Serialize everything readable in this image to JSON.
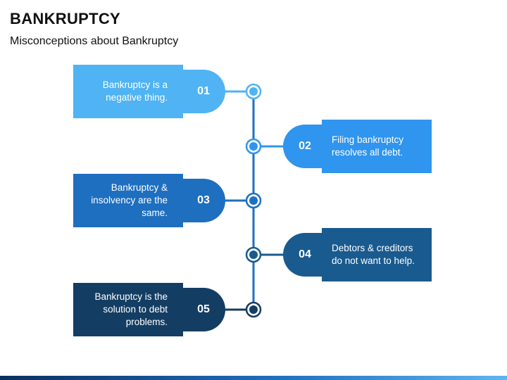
{
  "header": {
    "title": "BANKRUPTCY",
    "subtitle": "Misconceptions about Bankruptcy"
  },
  "items": [
    {
      "number": "01",
      "text": "Bankruptcy is a\nnegative thing.",
      "color": "#4fb3f4"
    },
    {
      "number": "02",
      "text": "Filing bankruptcy\nresolves all debt.",
      "color": "#2f95ee"
    },
    {
      "number": "03",
      "text": "Bankruptcy &\ninsolvency are the\nsame.",
      "color": "#1e6fbf"
    },
    {
      "number": "04",
      "text": "Debtors & creditors\ndo not want to help.",
      "color": "#195a8f"
    },
    {
      "number": "05",
      "text": "Bankruptcy is the\nsolution to debt\nproblems.",
      "color": "#143d63"
    }
  ],
  "colors": {
    "connector": "#1e6fbf",
    "node_fill": "#ffffff"
  }
}
